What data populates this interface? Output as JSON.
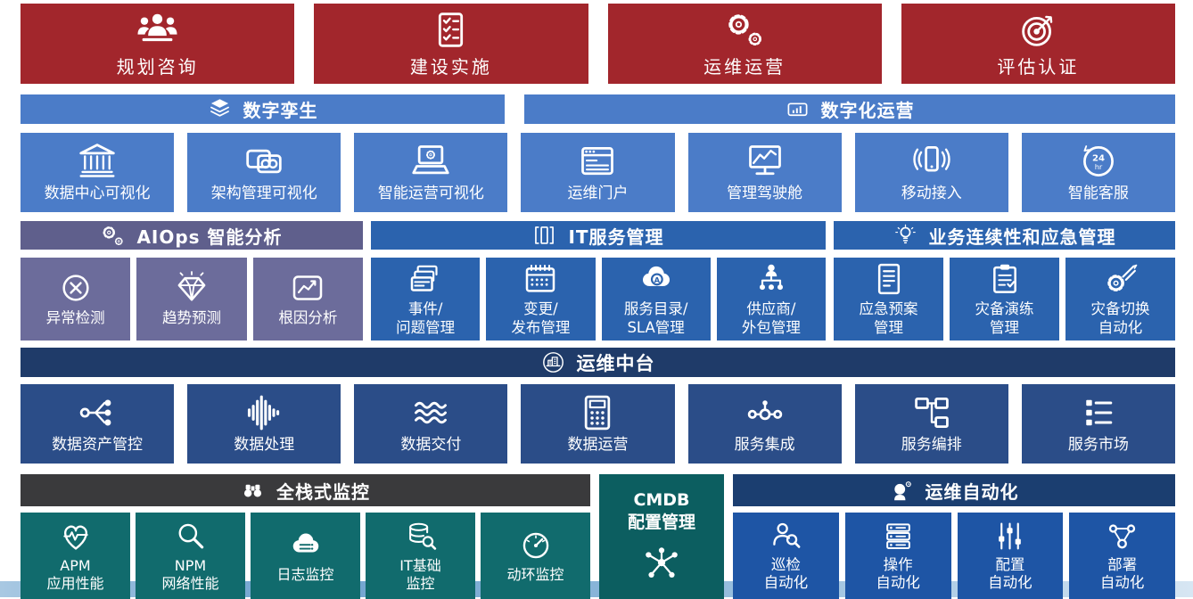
{
  "palette": {
    "banner_red": "#A2262C",
    "blue_mid": "#4B7CC8",
    "purple_header": "#5F5F8C",
    "purple": "#6C6C9B",
    "blue_strong": "#2B63AE",
    "navy": "#1F3B69",
    "blue_dark_tile": "#2B4D88",
    "gray_dark": "#3A3A3C",
    "teal": "#116B6D",
    "teal_dark": "#0C5E60",
    "navy2": "#1B3E70",
    "blue_bottom": "#1E55A5",
    "text": "#FFFFFF"
  },
  "banners": [
    {
      "label": "规划咨询",
      "icon": "people-icon"
    },
    {
      "label": "建设实施",
      "icon": "checklist-icon"
    },
    {
      "label": "运维运营",
      "icon": "gears-icon"
    },
    {
      "label": "评估认证",
      "icon": "target-icon"
    }
  ],
  "visual": {
    "headers": [
      {
        "label": "数字孪生",
        "icon": "layers-icon"
      },
      {
        "label": "数字化运营",
        "icon": "signal-icon"
      }
    ],
    "tiles": [
      {
        "label": "数据中心可视化",
        "icon": "bank-icon"
      },
      {
        "label": "架构管理可视化",
        "icon": "coins-icon"
      },
      {
        "label": "智能运营可视化",
        "icon": "laptop-icon"
      },
      {
        "label": "运维门户",
        "icon": "browser-icon"
      },
      {
        "label": "管理驾驶舱",
        "icon": "monitor-icon"
      },
      {
        "label": "移动接入",
        "icon": "phone-icon"
      },
      {
        "label": "智能客服",
        "icon": "24hr-icon"
      }
    ]
  },
  "analysis": {
    "headers": [
      {
        "label": "AIOps 智能分析",
        "icon": "gears-icon"
      },
      {
        "label": "IT服务管理",
        "icon": "book-icon"
      },
      {
        "label": "业务连续性和应急管理",
        "icon": "bulb-icon"
      }
    ],
    "aiops_tiles": [
      {
        "label": "异常检测",
        "icon": "xcircle-icon"
      },
      {
        "label": "趋势预测",
        "icon": "gem-icon"
      },
      {
        "label": "根因分析",
        "icon": "chartbox-icon"
      }
    ],
    "itsm_tiles": [
      {
        "label": "事件/\n问题管理",
        "icon": "cards-icon"
      },
      {
        "label": "变更/\n发布管理",
        "icon": "calendar-icon"
      },
      {
        "label": "服务目录/\nSLA管理",
        "icon": "cloud-a-icon"
      },
      {
        "label": "供应商/\n外包管理",
        "icon": "vendor-icon"
      }
    ],
    "bcm_tiles": [
      {
        "label": "应急预案\n管理",
        "icon": "doc-icon"
      },
      {
        "label": "灾备演练\n管理",
        "icon": "clipboard-icon"
      },
      {
        "label": "灾备切换\n自动化",
        "icon": "gearwrench-icon"
      }
    ]
  },
  "midplatform": {
    "header": {
      "label": "运维中台",
      "icon": "building-icon"
    },
    "tiles": [
      {
        "label": "数据资产管控",
        "icon": "branch-icon"
      },
      {
        "label": "数据处理",
        "icon": "waveform-icon"
      },
      {
        "label": "数据交付",
        "icon": "waves-icon"
      },
      {
        "label": "数据运营",
        "icon": "calc-icon"
      },
      {
        "label": "服务集成",
        "icon": "chain-icon"
      },
      {
        "label": "服务编排",
        "icon": "flow-icon"
      },
      {
        "label": "服务市场",
        "icon": "listitems-icon"
      }
    ]
  },
  "monitoring": {
    "header": {
      "label": "全栈式监控",
      "icon": "binoculars-icon"
    },
    "tiles": [
      {
        "label": "APM\n应用性能",
        "icon": "heartbeat-icon"
      },
      {
        "label": "NPM\n网络性能",
        "icon": "magnifier-icon"
      },
      {
        "label": "日志监控",
        "icon": "cloudserver-icon"
      },
      {
        "label": "IT基础\n监控",
        "icon": "dbsearch-icon"
      },
      {
        "label": "动环监控",
        "icon": "gauge-icon"
      }
    ]
  },
  "cmdb": {
    "label": "CMDB\n配置管理",
    "icon": "molecule-icon"
  },
  "automation": {
    "header": {
      "label": "运维自动化",
      "icon": "headgear-icon"
    },
    "tiles": [
      {
        "label": "巡检\n自动化",
        "icon": "personsearch-icon"
      },
      {
        "label": "操作\n自动化",
        "icon": "serverstack-icon"
      },
      {
        "label": "配置\n自动化",
        "icon": "sliders-icon"
      },
      {
        "label": "部署\n自动化",
        "icon": "deploy-icon"
      }
    ]
  }
}
